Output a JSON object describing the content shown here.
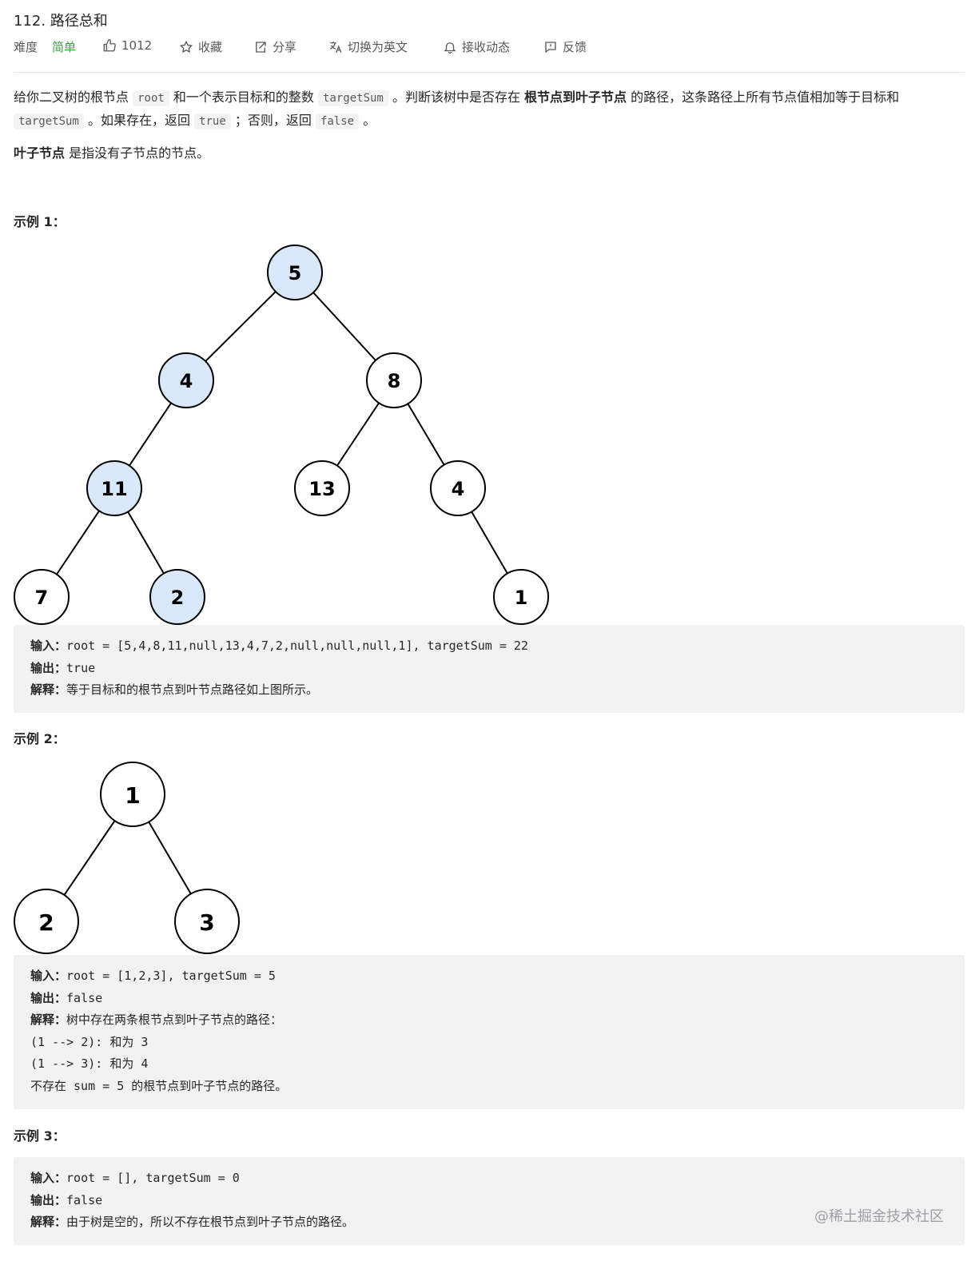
{
  "header": {
    "title": "112. 路径总和",
    "difficulty_label": "难度",
    "difficulty_value": "简单",
    "like_count": "1012",
    "favorite_label": "收藏",
    "share_label": "分享",
    "switch_lang_label": "切换为英文",
    "notify_label": "接收动态",
    "feedback_label": "反馈"
  },
  "description": {
    "p1_a": "给你二叉树的根节点 ",
    "p1_code1": "root",
    "p1_b": " 和一个表示目标和的整数 ",
    "p1_code2": "targetSum",
    "p1_c": " 。判断该树中是否存在 ",
    "p1_bold": "根节点到叶子节点",
    "p1_d": " 的路径，这条路径上所有节点值相加等于目标和 ",
    "p1_code3": "targetSum",
    "p1_e": " 。如果存在，返回 ",
    "p1_code4": "true",
    "p1_f": " ；否则，返回 ",
    "p1_code5": "false",
    "p1_g": " 。",
    "p2_bold": "叶子节点",
    "p2_rest": " 是指没有子节点的节点。"
  },
  "examples": [
    {
      "heading": "示例 1：",
      "tree_nodes": [
        "5",
        "4",
        "8",
        "11",
        "13",
        "4",
        "7",
        "2",
        "1"
      ],
      "input_label": "输入：",
      "input": "root = [5,4,8,11,null,13,4,7,2,null,null,null,1], targetSum = 22",
      "output_label": "输出：",
      "output": "true",
      "explain_label": "解释：",
      "explain": "等于目标和的根节点到叶节点路径如上图所示。"
    },
    {
      "heading": "示例 2：",
      "tree_nodes": [
        "1",
        "2",
        "3"
      ],
      "input_label": "输入：",
      "input": "root = [1,2,3], targetSum = 5",
      "output_label": "输出：",
      "output": "false",
      "explain_label": "解释：",
      "explain": "树中存在两条根节点到叶子节点的路径：",
      "extra_lines": [
        "(1 --> 2): 和为 3",
        "(1 --> 3): 和为 4",
        "不存在 sum = 5 的根节点到叶子节点的路径。"
      ]
    },
    {
      "heading": "示例 3：",
      "input_label": "输入：",
      "input": "root = [], targetSum = 0",
      "output_label": "输出：",
      "output": "false",
      "explain_label": "解释：",
      "explain": "由于树是空的，所以不存在根节点到叶子节点的路径。"
    }
  ],
  "watermark": "@稀土掘金技术社区",
  "colors": {
    "highlight_node": "#dae8fc",
    "plain_node": "#ffffff",
    "easy": "#43a047"
  },
  "icons": [
    "thumbs-up-icon",
    "star-icon",
    "share-icon",
    "translate-icon",
    "bell-icon",
    "feedback-icon"
  ]
}
